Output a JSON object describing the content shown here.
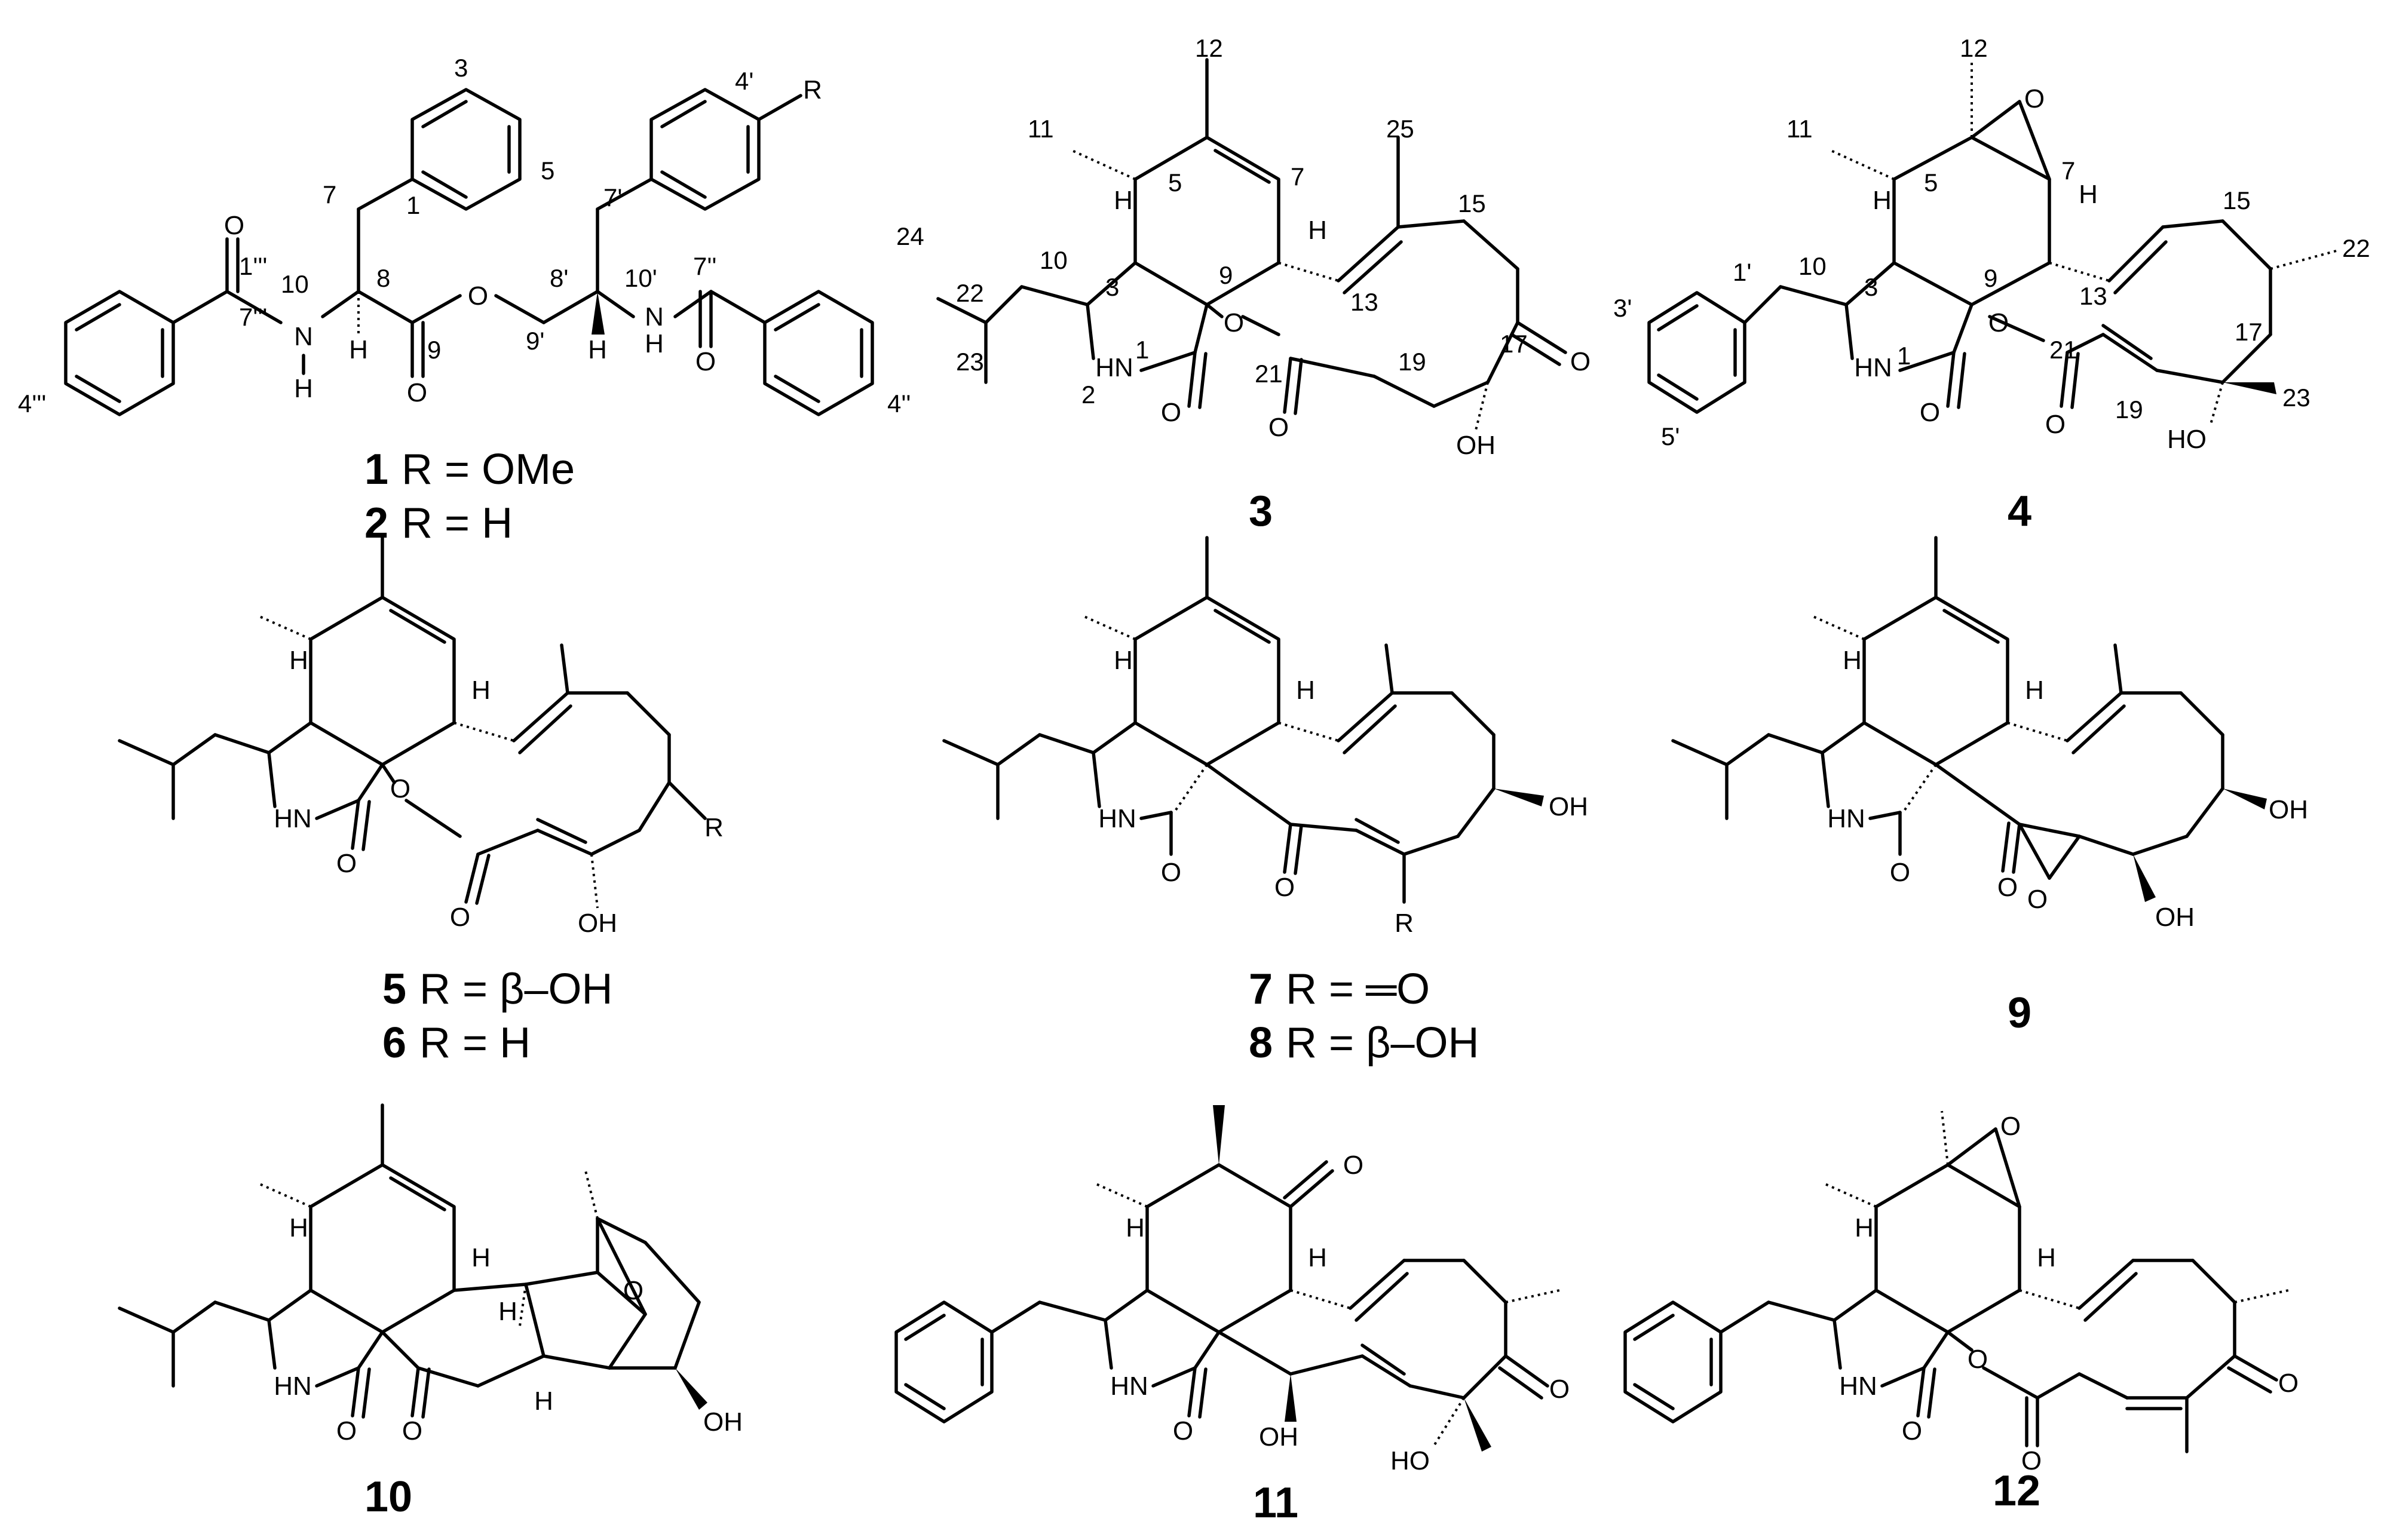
{
  "figure": {
    "compound_1": {
      "atom_labels": [
        "O",
        "N",
        "H",
        "H",
        "O",
        "O",
        "N",
        "H",
        "O",
        "H",
        "R"
      ],
      "numbering": [
        "1'''",
        "7'''",
        "10",
        "4'''",
        "7",
        "8",
        "9",
        "1",
        "3",
        "5",
        "9'",
        "8'",
        "10'",
        "7'",
        "4'",
        "7''",
        "4''"
      ],
      "caption_1": {
        "number": "1",
        "text": "R = OMe"
      },
      "caption_2": {
        "number": "2",
        "text": "R = H"
      }
    },
    "compound_3": {
      "atom_labels": [
        "H",
        "HN",
        "O",
        "O",
        "H",
        "O",
        "O",
        "OH"
      ],
      "numbering": [
        "12",
        "11",
        "5",
        "7",
        "25",
        "15",
        "24",
        "22",
        "23",
        "10",
        "3",
        "2",
        "1",
        "9",
        "13",
        "17",
        "21",
        "19"
      ],
      "caption": "3"
    },
    "compound_4": {
      "atom_labels": [
        "O",
        "H",
        "H",
        "HN",
        "O",
        "O",
        "O",
        "HO"
      ],
      "numbering": [
        "12",
        "11",
        "5",
        "7",
        "15",
        "22",
        "1'",
        "3'",
        "10",
        "3",
        "1",
        "9",
        "13",
        "21",
        "17",
        "19",
        "5'",
        "23"
      ],
      "caption": "4"
    },
    "compound_5_6": {
      "atom_labels": [
        "H",
        "H",
        "HN",
        "O",
        "O",
        "O",
        "OH",
        "R"
      ],
      "caption_5": {
        "number": "5",
        "text": "R = β–OH"
      },
      "caption_6": {
        "number": "6",
        "text": "R = H"
      }
    },
    "compound_7_8": {
      "atom_labels": [
        "H",
        "H",
        "HN",
        "O",
        "O",
        "OH",
        "R"
      ],
      "caption_7": {
        "number": "7",
        "text": "R = ═O"
      },
      "caption_8": {
        "number": "8",
        "text": "R = β–OH"
      }
    },
    "compound_9": {
      "atom_labels": [
        "H",
        "H",
        "HN",
        "O",
        "O",
        "O",
        "OH",
        "OH"
      ],
      "caption": "9"
    },
    "compound_10": {
      "atom_labels": [
        "H",
        "H",
        "HN",
        "O",
        "O",
        "H",
        "H",
        "O",
        "OH"
      ],
      "caption": "10"
    },
    "compound_11": {
      "atom_labels": [
        "O",
        "H",
        "H",
        "HN",
        "O",
        "OH",
        "O",
        "HO"
      ],
      "caption": "11"
    },
    "compound_12": {
      "atom_labels": [
        "O",
        "H",
        "H",
        "HN",
        "O",
        "O",
        "O",
        "O"
      ],
      "caption": "12"
    }
  }
}
